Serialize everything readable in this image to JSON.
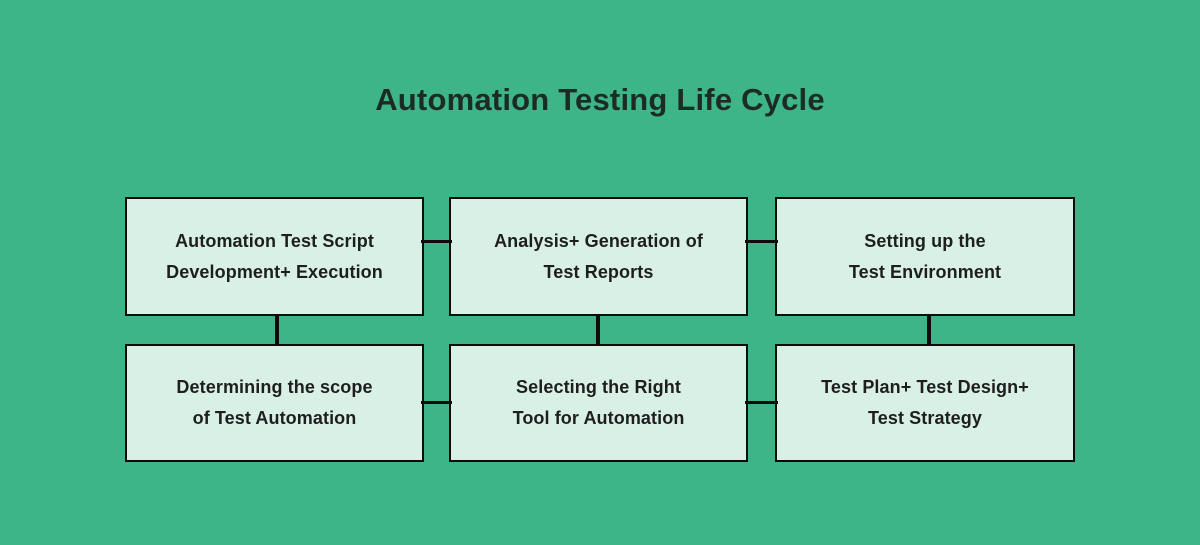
{
  "title": "Automation Testing Life Cycle",
  "colors": {
    "background": "#3eb489",
    "box_fill": "#d9f0e6",
    "box_border": "#0c0c0c",
    "connector": "#0c0c0c",
    "title_text": "#1c2b23",
    "box_text": "#1e1e1e"
  },
  "boxes": [
    {
      "id": "automation-test-script-development-execution",
      "line1": "Automation Test Script",
      "line2": "Development+ Execution"
    },
    {
      "id": "analysis-generation-of-test-reports",
      "line1": "Analysis+ Generation of",
      "line2": "Test Reports"
    },
    {
      "id": "setting-up-the-test-environment",
      "line1": "Setting up the",
      "line2": "Test Environment"
    },
    {
      "id": "determining-the-scope-of-test-automation",
      "line1": "Determining the scope",
      "line2": "of Test Automation"
    },
    {
      "id": "selecting-the-right-tool-for-automation",
      "line1": "Selecting the Right",
      "line2": "Tool for Automation"
    },
    {
      "id": "test-plan-test-design-test-strategy",
      "line1": "Test Plan+ Test Design+",
      "line2": "Test Strategy"
    }
  ],
  "connectors": [
    {
      "id": "h-row1-box1-box2",
      "type": "horizontal"
    },
    {
      "id": "h-row1-box2-box3",
      "type": "horizontal"
    },
    {
      "id": "h-row2-box4-box5",
      "type": "horizontal"
    },
    {
      "id": "h-row2-box5-box6",
      "type": "horizontal"
    },
    {
      "id": "v-box1-box4",
      "type": "vertical"
    },
    {
      "id": "v-box2-box5",
      "type": "vertical"
    },
    {
      "id": "v-box3-box6",
      "type": "vertical"
    }
  ]
}
